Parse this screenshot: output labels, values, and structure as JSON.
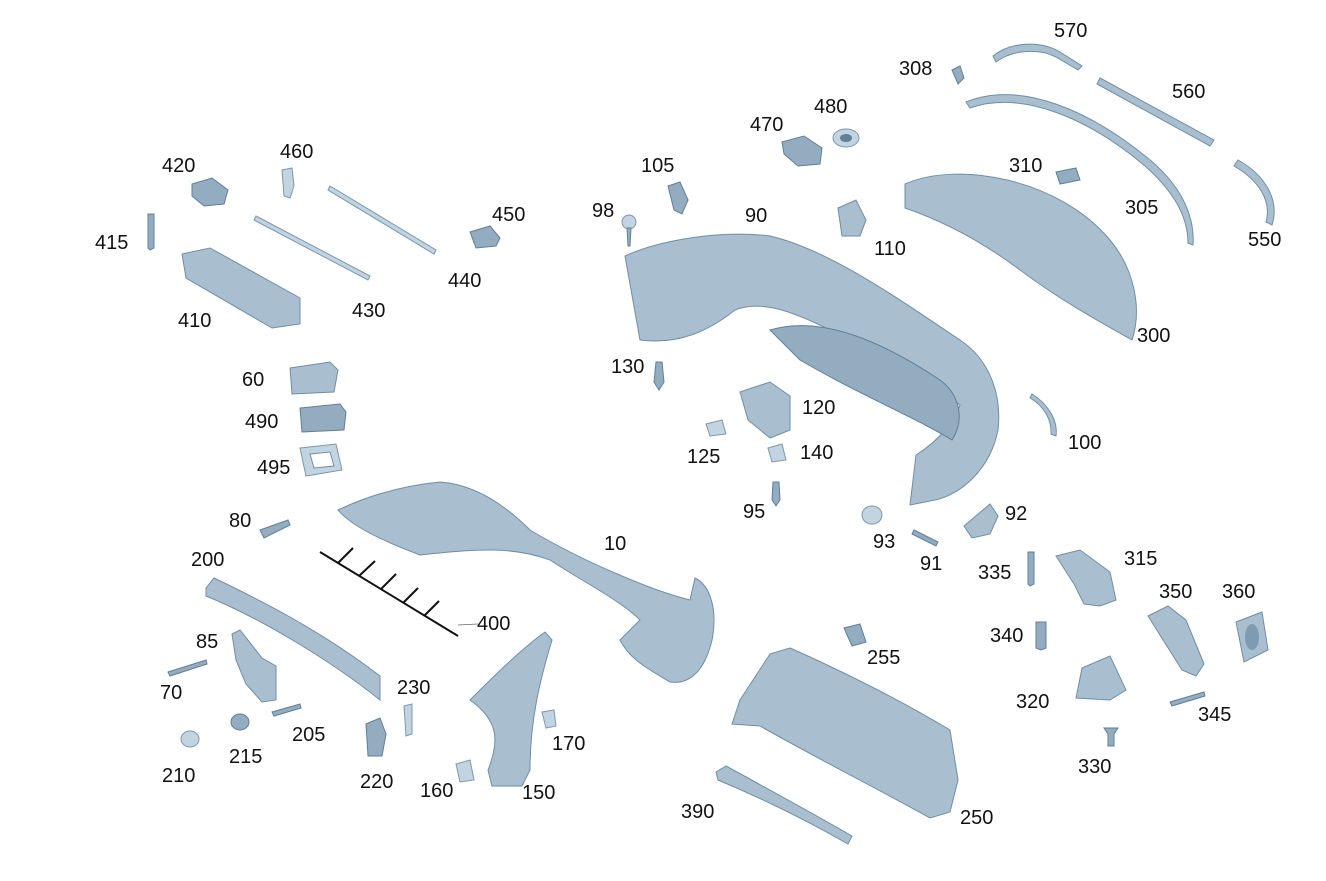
{
  "diagram": {
    "colors": {
      "part_fill": "#a9bfd0",
      "part_stroke": "#6f8ea6",
      "text": "#111111",
      "background": "#ffffff"
    },
    "callouts": [
      {
        "id": "c570",
        "text": "570"
      },
      {
        "id": "c308",
        "text": "308"
      },
      {
        "id": "c560",
        "text": "560"
      },
      {
        "id": "c480",
        "text": "480"
      },
      {
        "id": "c470",
        "text": "470"
      },
      {
        "id": "c105",
        "text": "105"
      },
      {
        "id": "c310",
        "text": "310"
      },
      {
        "id": "c420",
        "text": "420"
      },
      {
        "id": "c460",
        "text": "460"
      },
      {
        "id": "c98",
        "text": "98"
      },
      {
        "id": "c90",
        "text": "90"
      },
      {
        "id": "c305",
        "text": "305"
      },
      {
        "id": "c450",
        "text": "450"
      },
      {
        "id": "c415",
        "text": "415"
      },
      {
        "id": "c110",
        "text": "110"
      },
      {
        "id": "c550",
        "text": "550"
      },
      {
        "id": "c440",
        "text": "440"
      },
      {
        "id": "c430",
        "text": "430"
      },
      {
        "id": "c410",
        "text": "410"
      },
      {
        "id": "c300",
        "text": "300"
      },
      {
        "id": "c130",
        "text": "130"
      },
      {
        "id": "c60",
        "text": "60"
      },
      {
        "id": "c120",
        "text": "120"
      },
      {
        "id": "c490",
        "text": "490"
      },
      {
        "id": "c100",
        "text": "100"
      },
      {
        "id": "c125",
        "text": "125"
      },
      {
        "id": "c140",
        "text": "140"
      },
      {
        "id": "c495",
        "text": "495"
      },
      {
        "id": "c95",
        "text": "95"
      },
      {
        "id": "c92",
        "text": "92"
      },
      {
        "id": "c80",
        "text": "80"
      },
      {
        "id": "c93",
        "text": "93"
      },
      {
        "id": "c10",
        "text": "10"
      },
      {
        "id": "c200",
        "text": "200"
      },
      {
        "id": "c91",
        "text": "91"
      },
      {
        "id": "c315",
        "text": "315"
      },
      {
        "id": "c335",
        "text": "335"
      },
      {
        "id": "c350",
        "text": "350"
      },
      {
        "id": "c360",
        "text": "360"
      },
      {
        "id": "c400",
        "text": "400"
      },
      {
        "id": "c340",
        "text": "340"
      },
      {
        "id": "c85",
        "text": "85"
      },
      {
        "id": "c255",
        "text": "255"
      },
      {
        "id": "c230",
        "text": "230"
      },
      {
        "id": "c70",
        "text": "70"
      },
      {
        "id": "c320",
        "text": "320"
      },
      {
        "id": "c345",
        "text": "345"
      },
      {
        "id": "c205",
        "text": "205"
      },
      {
        "id": "c170",
        "text": "170"
      },
      {
        "id": "c215",
        "text": "215"
      },
      {
        "id": "c330",
        "text": "330"
      },
      {
        "id": "c210",
        "text": "210"
      },
      {
        "id": "c220",
        "text": "220"
      },
      {
        "id": "c160",
        "text": "160"
      },
      {
        "id": "c150",
        "text": "150"
      },
      {
        "id": "c390",
        "text": "390"
      },
      {
        "id": "c250",
        "text": "250"
      }
    ]
  }
}
